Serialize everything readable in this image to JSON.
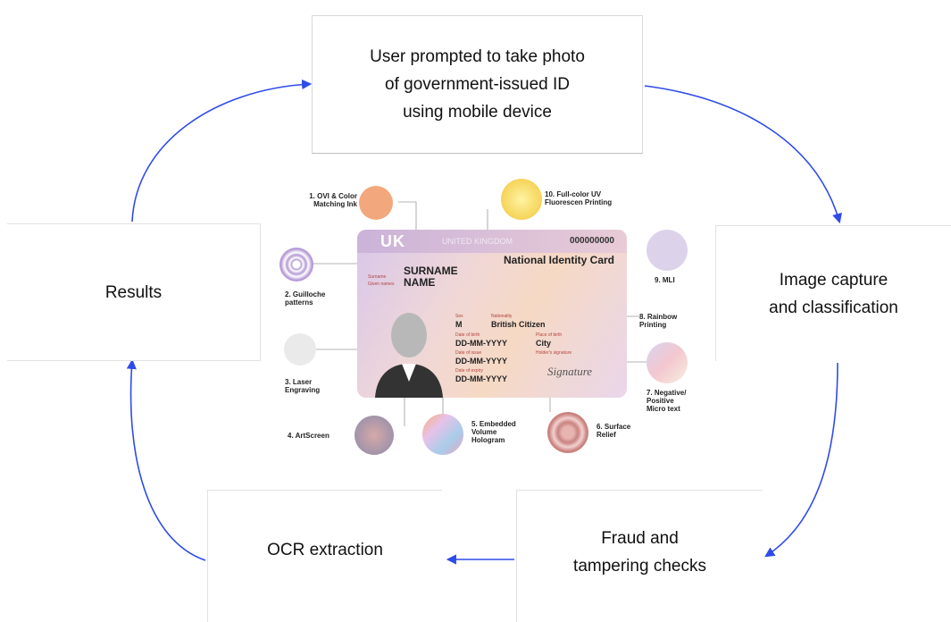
{
  "flow": {
    "top": {
      "lines": [
        "User prompted to take photo",
        "of government-issued ID",
        "using mobile device"
      ]
    },
    "right": {
      "lines": [
        "Image capture",
        "and classification"
      ]
    },
    "bottom_right": {
      "lines": [
        "Fraud and",
        "tampering checks"
      ]
    },
    "bottom_left": {
      "lines": [
        "OCR extraction"
      ]
    },
    "left": {
      "lines": [
        "Results"
      ]
    }
  },
  "arrow_color": "#2f4be8",
  "id_card": {
    "country": "UK",
    "country_text": "UNITED KINGDOM",
    "number": "000000000",
    "card_title": "National Identity Card",
    "surname_caption": "Surname",
    "given_caption": "Given names",
    "surname": "SURNAME",
    "given_name": "NAME",
    "sex_caption": "Sex",
    "sex": "M",
    "nationality_caption": "Nationality",
    "nationality": "British Citizen",
    "dob_caption": "Date of birth",
    "dob": "DD-MM-YYYY",
    "place_caption": "Place of birth",
    "place": "City",
    "issue_caption": "Date of issue",
    "issue": "DD-MM-YYYY",
    "expiry_caption": "Date of expiry",
    "expiry": "DD-MM-YYYY",
    "holder_sig_caption": "Holder's signature",
    "signature": "Signature"
  },
  "features": {
    "f1": {
      "lines": [
        "1. OVI & Color",
        "Matching Ink"
      ]
    },
    "f2": {
      "lines": [
        "2. Guilloche",
        "patterns"
      ]
    },
    "f3": {
      "lines": [
        "3. Laser",
        "Engraving"
      ]
    },
    "f4": {
      "lines": [
        "4. ArtScreen"
      ]
    },
    "f5": {
      "lines": [
        "5. Embedded",
        "Volume",
        "Hologram"
      ]
    },
    "f6": {
      "lines": [
        "6. Surface",
        "Relief"
      ]
    },
    "f7": {
      "lines": [
        "7. Negative/",
        "Positive",
        "Micro text"
      ]
    },
    "f8": {
      "lines": [
        "8. Rainbow",
        "Printing"
      ]
    },
    "f9": {
      "lines": [
        "9. MLI"
      ]
    },
    "f10": {
      "lines": [
        "10. Full-color UV",
        "Fluorescen Printing"
      ]
    }
  }
}
